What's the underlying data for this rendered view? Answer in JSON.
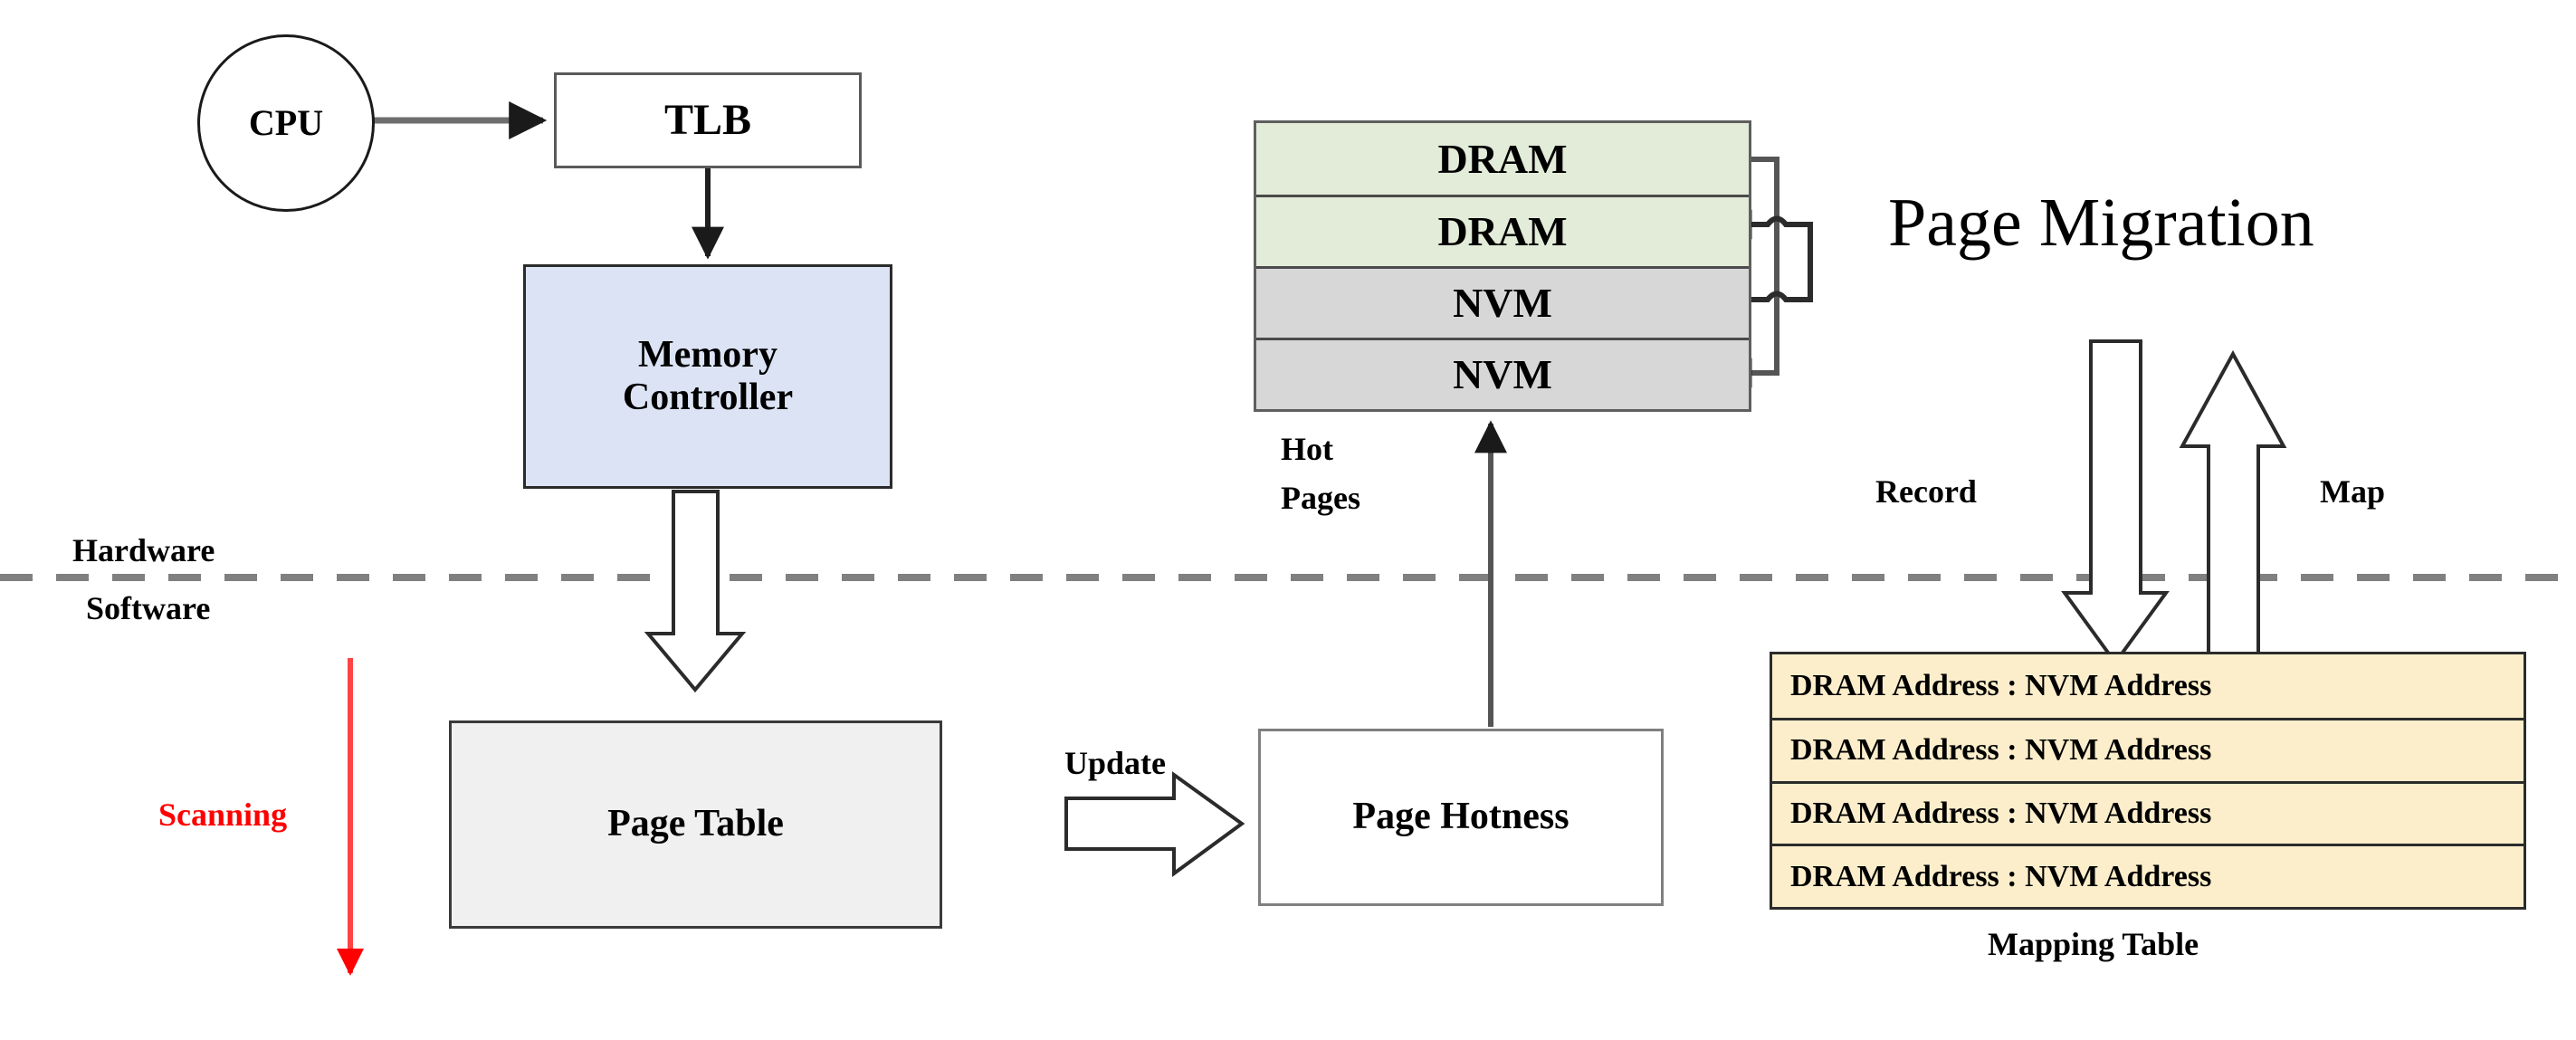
{
  "diagram": {
    "title_text": "Page Migration",
    "layers": {
      "hardware": "Hardware",
      "software": "Software"
    },
    "hardware_blocks": {
      "cpu": "CPU",
      "tlb": "TLB",
      "memory_controller_line1": "Memory",
      "memory_controller_line2": "Controller"
    },
    "memory_stack": {
      "rows": [
        {
          "label": "DRAM",
          "kind": "dram"
        },
        {
          "label": "DRAM",
          "kind": "dram"
        },
        {
          "label": "NVM",
          "kind": "nvm"
        },
        {
          "label": "NVM",
          "kind": "nvm"
        }
      ],
      "annotation_line1": "Hot",
      "annotation_line2": "Pages"
    },
    "software_blocks": {
      "page_table": "Page Table",
      "page_hotness": "Page Hotness"
    },
    "mapping_table": {
      "caption": "Mapping Table",
      "rows": [
        "DRAM Address : NVM Address",
        "DRAM Address : NVM Address",
        "DRAM Address : NVM Address",
        "DRAM Address : NVM Address"
      ]
    },
    "edge_labels": {
      "update": "Update",
      "record": "Record",
      "map": "Map",
      "scanning": "Scanning"
    },
    "colors": {
      "dram_fill": "#e2ecd9",
      "nvm_fill": "#d7d7d7",
      "memory_controller_fill": "#dce3f5",
      "page_table_fill": "#f0f0f0",
      "mapping_table_fill": "#fceecb",
      "scanning_arrow": "#ff0000",
      "divider_line": "#808080",
      "stroke": "#2b2b2b"
    }
  }
}
